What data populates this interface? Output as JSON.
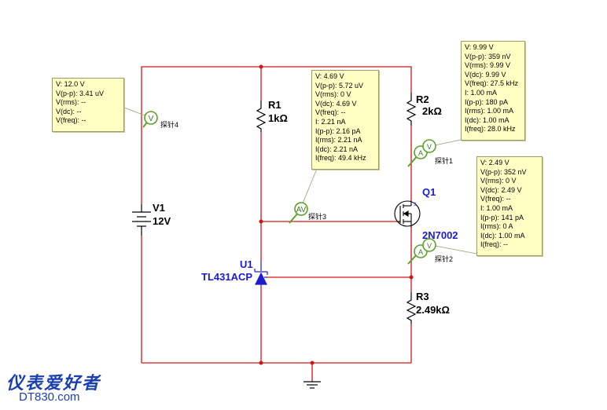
{
  "components": {
    "v1": {
      "name": "V1",
      "value": "12V"
    },
    "r1": {
      "name": "R1",
      "value": "1kΩ"
    },
    "r2": {
      "name": "R2",
      "value": "2kΩ"
    },
    "r3": {
      "name": "R3",
      "value": "2.49kΩ"
    },
    "q1": {
      "name": "Q1",
      "value": "2N7002"
    },
    "u1": {
      "name": "U1",
      "value": "TL431ACP"
    }
  },
  "probes": {
    "p1": {
      "label": "探针1"
    },
    "p2": {
      "label": "探针2"
    },
    "p3": {
      "label": "探针3"
    },
    "p4": {
      "label": "探针4"
    }
  },
  "measurements": {
    "probe4": [
      "V: 12.0 V",
      "V(p-p): 3.41 uV",
      "V(rms): --",
      "V(dc): --",
      "V(freq): --"
    ],
    "probe3": [
      "V: 4.69 V",
      "V(p-p): 5.72 uV",
      "V(rms): 0 V",
      "V(dc): 4.69 V",
      "V(freq): --",
      "I: 2.21 nA",
      "I(p-p): 2.16 pA",
      "I(rms): 2.21 nA",
      "I(dc): 2.21 nA",
      "I(freq): 49.4 kHz"
    ],
    "probe1": [
      "V: 9.99 V",
      "V(p-p): 359 nV",
      "V(rms): 9.99 V",
      "V(dc): 9.99 V",
      "V(freq): 27.5 kHz",
      "I: 1.00 mA",
      "I(p-p): 180 pA",
      "I(rms): 1.00 mA",
      "I(dc): 1.00 mA",
      "I(freq): 28.0 kHz"
    ],
    "probe2": [
      "V: 2.49 V",
      "V(p-p): 352 nV",
      "V(rms): 0 V",
      "V(dc): 2.49 V",
      "V(freq): --",
      "I: 1.00 mA",
      "I(p-p): 141 pA",
      "I(rms): 0 A",
      "I(dc): 1.00 mA",
      "I(freq): --"
    ]
  },
  "watermark": {
    "cn": "仪表爱好者",
    "site": "DT830.com"
  },
  "colors": {
    "wire": "#d21414",
    "probe": "#5aa02c",
    "box": "#ffffc4",
    "ic": "#1b1bd0"
  }
}
